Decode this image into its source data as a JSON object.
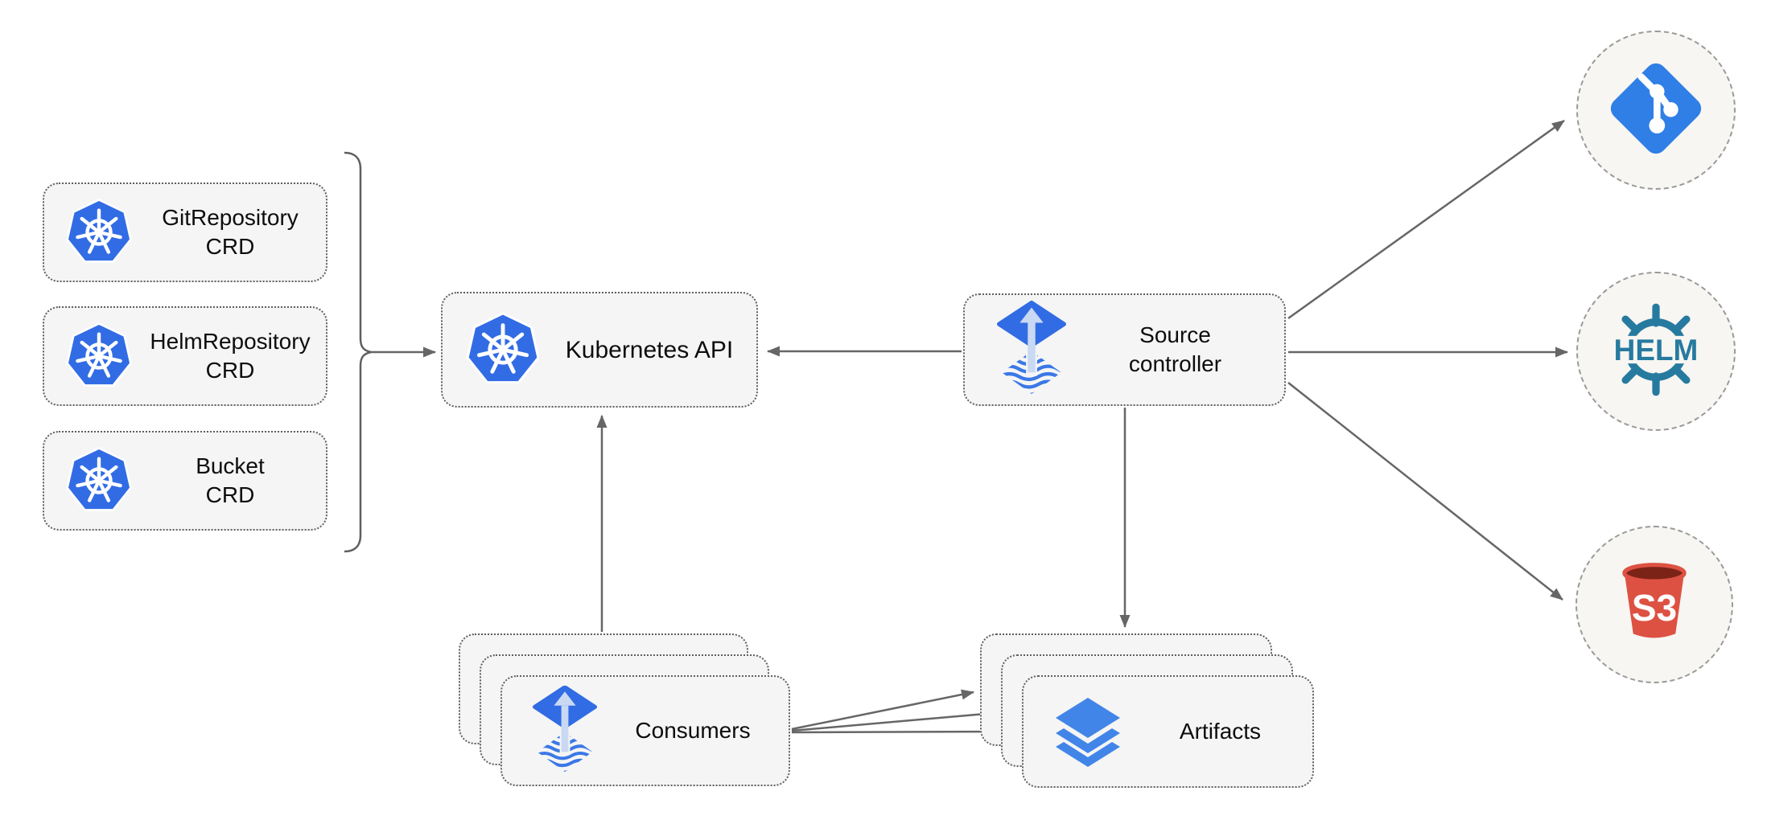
{
  "diagram": {
    "nodes": {
      "git_repository_crd": {
        "line1": "GitRepository",
        "line2": "CRD"
      },
      "helm_repository_crd": {
        "line1": "HelmRepository",
        "line2": "CRD"
      },
      "bucket_crd": {
        "line1": "Bucket",
        "line2": "CRD"
      },
      "kubernetes_api": {
        "label": "Kubernetes API"
      },
      "source_controller": {
        "line1": "Source",
        "line2": "controller"
      },
      "consumers": {
        "label": "Consumers"
      },
      "artifacts": {
        "label": "Artifacts"
      }
    },
    "sources": {
      "git": {
        "icon": "git-icon"
      },
      "helm": {
        "icon": "helm-wheel-icon",
        "label": "HELM"
      },
      "s3": {
        "icon": "s3-bucket-icon",
        "label": "S3"
      }
    },
    "icons": {
      "kubernetes": "kubernetes-wheel-icon",
      "flux": "flux-icon",
      "layers": "layers-icon"
    },
    "colors": {
      "kubernetes_blue": "#326CE5",
      "flux_blue": "#316CE4",
      "flux_arrow_light": "#C9D8F3",
      "git_blue": "#2F7FE6",
      "helm_teal": "#277A9F",
      "s3_red": "#DD5143",
      "s3_dark_red": "#7B2316",
      "layers_blue": "#4285E8",
      "arrow_gray": "#666666",
      "node_fill": "#F5F5F5",
      "circle_fill": "#F7F6F2",
      "node_border": "#5F5F5F",
      "circle_border": "#9A9A9A"
    }
  }
}
